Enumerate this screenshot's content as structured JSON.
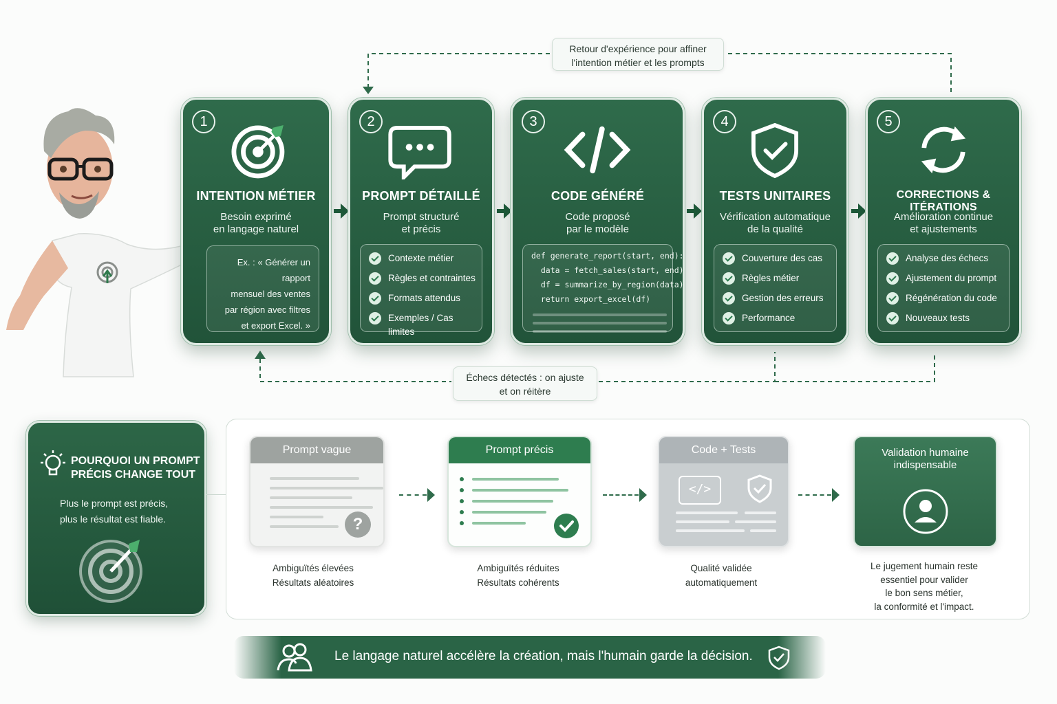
{
  "feedback_top": {
    "line1": "Retour d'expérience pour affiner",
    "line2": "l'intention métier et les prompts"
  },
  "feedback_bottom": {
    "line1": "Échecs détectés : on ajuste",
    "line2": "et on réitère"
  },
  "steps": [
    {
      "number": "1",
      "icon": "target-icon",
      "title": "INTENTION MÉTIER",
      "sub1": "Besoin exprimé",
      "sub2": "en langage naturel",
      "example": [
        "Ex. : « Générer un rapport",
        "mensuel des ventes",
        "par région avec filtres",
        "et export Excel. »"
      ]
    },
    {
      "number": "2",
      "icon": "chat-bubble-icon",
      "title": "PROMPT DÉTAILLÉ",
      "sub1": "Prompt structuré",
      "sub2": "et précis",
      "items": [
        "Contexte métier",
        "Règles et contraintes",
        "Formats attendus",
        "Exemples / Cas limites"
      ]
    },
    {
      "number": "3",
      "icon": "code-icon",
      "title": "CODE GÉNÉRÉ",
      "sub1": "Code proposé",
      "sub2": "par le modèle",
      "code": [
        "def generate_report(start, end):",
        "  data = fetch_sales(start, end)",
        "  df = summarize_by_region(data)",
        "  return export_excel(df)"
      ]
    },
    {
      "number": "4",
      "icon": "shield-check-icon",
      "title": "TESTS UNITAIRES",
      "sub1": "Vérification automatique",
      "sub2": "de la qualité",
      "items": [
        "Couverture des cas",
        "Règles métier",
        "Gestion des erreurs",
        "Performance"
      ]
    },
    {
      "number": "5",
      "icon": "refresh-icon",
      "title": "CORRECTIONS & ITÉRATIONS",
      "sub1": "Amélioration continue",
      "sub2": "et ajustements",
      "items": [
        "Analyse des échecs",
        "Ajustement du prompt",
        "Régénération du code",
        "Nouveaux tests"
      ]
    }
  ],
  "why": {
    "title1": "POURQUOI UN PROMPT",
    "title2": "PRÉCIS CHANGE TOUT",
    "text1": "Plus le prompt est précis,",
    "text2": "plus le résultat est fiable."
  },
  "compare": [
    {
      "label": "Prompt vague",
      "cap1": "Ambiguïtés élevées",
      "cap2": "Résultats aléatoires",
      "icon": "question-icon"
    },
    {
      "label": "Prompt précis",
      "cap1": "Ambiguïtés réduites",
      "cap2": "Résultats cohérents",
      "icon": "check-circle-icon"
    },
    {
      "label": "Code + Tests",
      "cap1": "Qualité validée",
      "cap2": "automatiquement",
      "icon": "code-shield-icon"
    },
    {
      "label1": "Validation humaine",
      "label2": "indispensable",
      "cap": [
        "Le jugement humain reste",
        "essentiel pour valider",
        "le bon sens métier,",
        "la conformité et l'impact."
      ],
      "icon": "user-icon"
    }
  ],
  "banner": {
    "text": "Le langage naturel accélère la création, mais l'humain garde la décision."
  },
  "colors": {
    "primary": "#2a6446",
    "accent": "#3f9a62",
    "light": "#dff0e5"
  }
}
